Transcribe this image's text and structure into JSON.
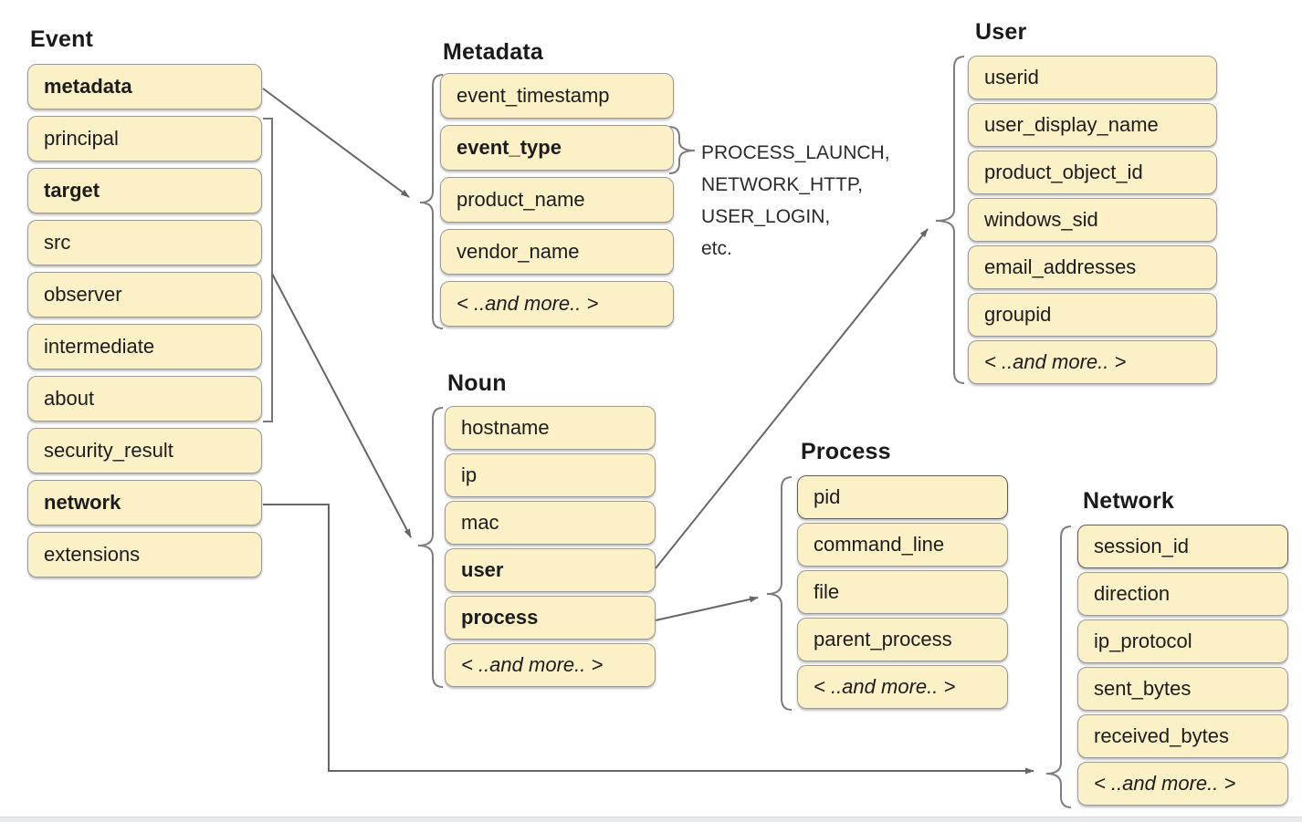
{
  "colors": {
    "box_fill": "#fcf0c7",
    "box_border": "#9a9a9a",
    "box_border_dark": "#5e5e5e",
    "connector": "#666666",
    "brace": "#7d7d7d",
    "text": "#1c1c1c",
    "bottom_bar": "#e9eaec"
  },
  "groups": {
    "event": {
      "title": "Event",
      "fields": [
        "metadata",
        "principal",
        "target",
        "src",
        "observer",
        "intermediate",
        "about",
        "security_result",
        "network",
        "extensions"
      ]
    },
    "metadata": {
      "title": "Metadata",
      "fields": [
        "event_timestamp",
        "event_type",
        "product_name",
        "vendor_name",
        "< ..and more.. >"
      ]
    },
    "noun": {
      "title": "Noun",
      "fields": [
        "hostname",
        "ip",
        "mac",
        "user",
        "process",
        "< ..and more.. >"
      ]
    },
    "user": {
      "title": "User",
      "fields": [
        "userid",
        "user_display_name",
        "product_object_id",
        "windows_sid",
        "email_addresses",
        "groupid",
        "< ..and more.. >"
      ]
    },
    "process": {
      "title": "Process",
      "fields": [
        "pid",
        "command_line",
        "file",
        "parent_process",
        "< ..and more.. >"
      ]
    },
    "network": {
      "title": "Network",
      "fields": [
        "session_id",
        "direction",
        "ip_protocol",
        "sent_bytes",
        "received_bytes",
        "< ..and more.. >"
      ]
    }
  },
  "annotation": {
    "event_type_examples": [
      "PROCESS_LAUNCH,",
      "NETWORK_HTTP,",
      "USER_LOGIN,",
      "etc."
    ]
  }
}
